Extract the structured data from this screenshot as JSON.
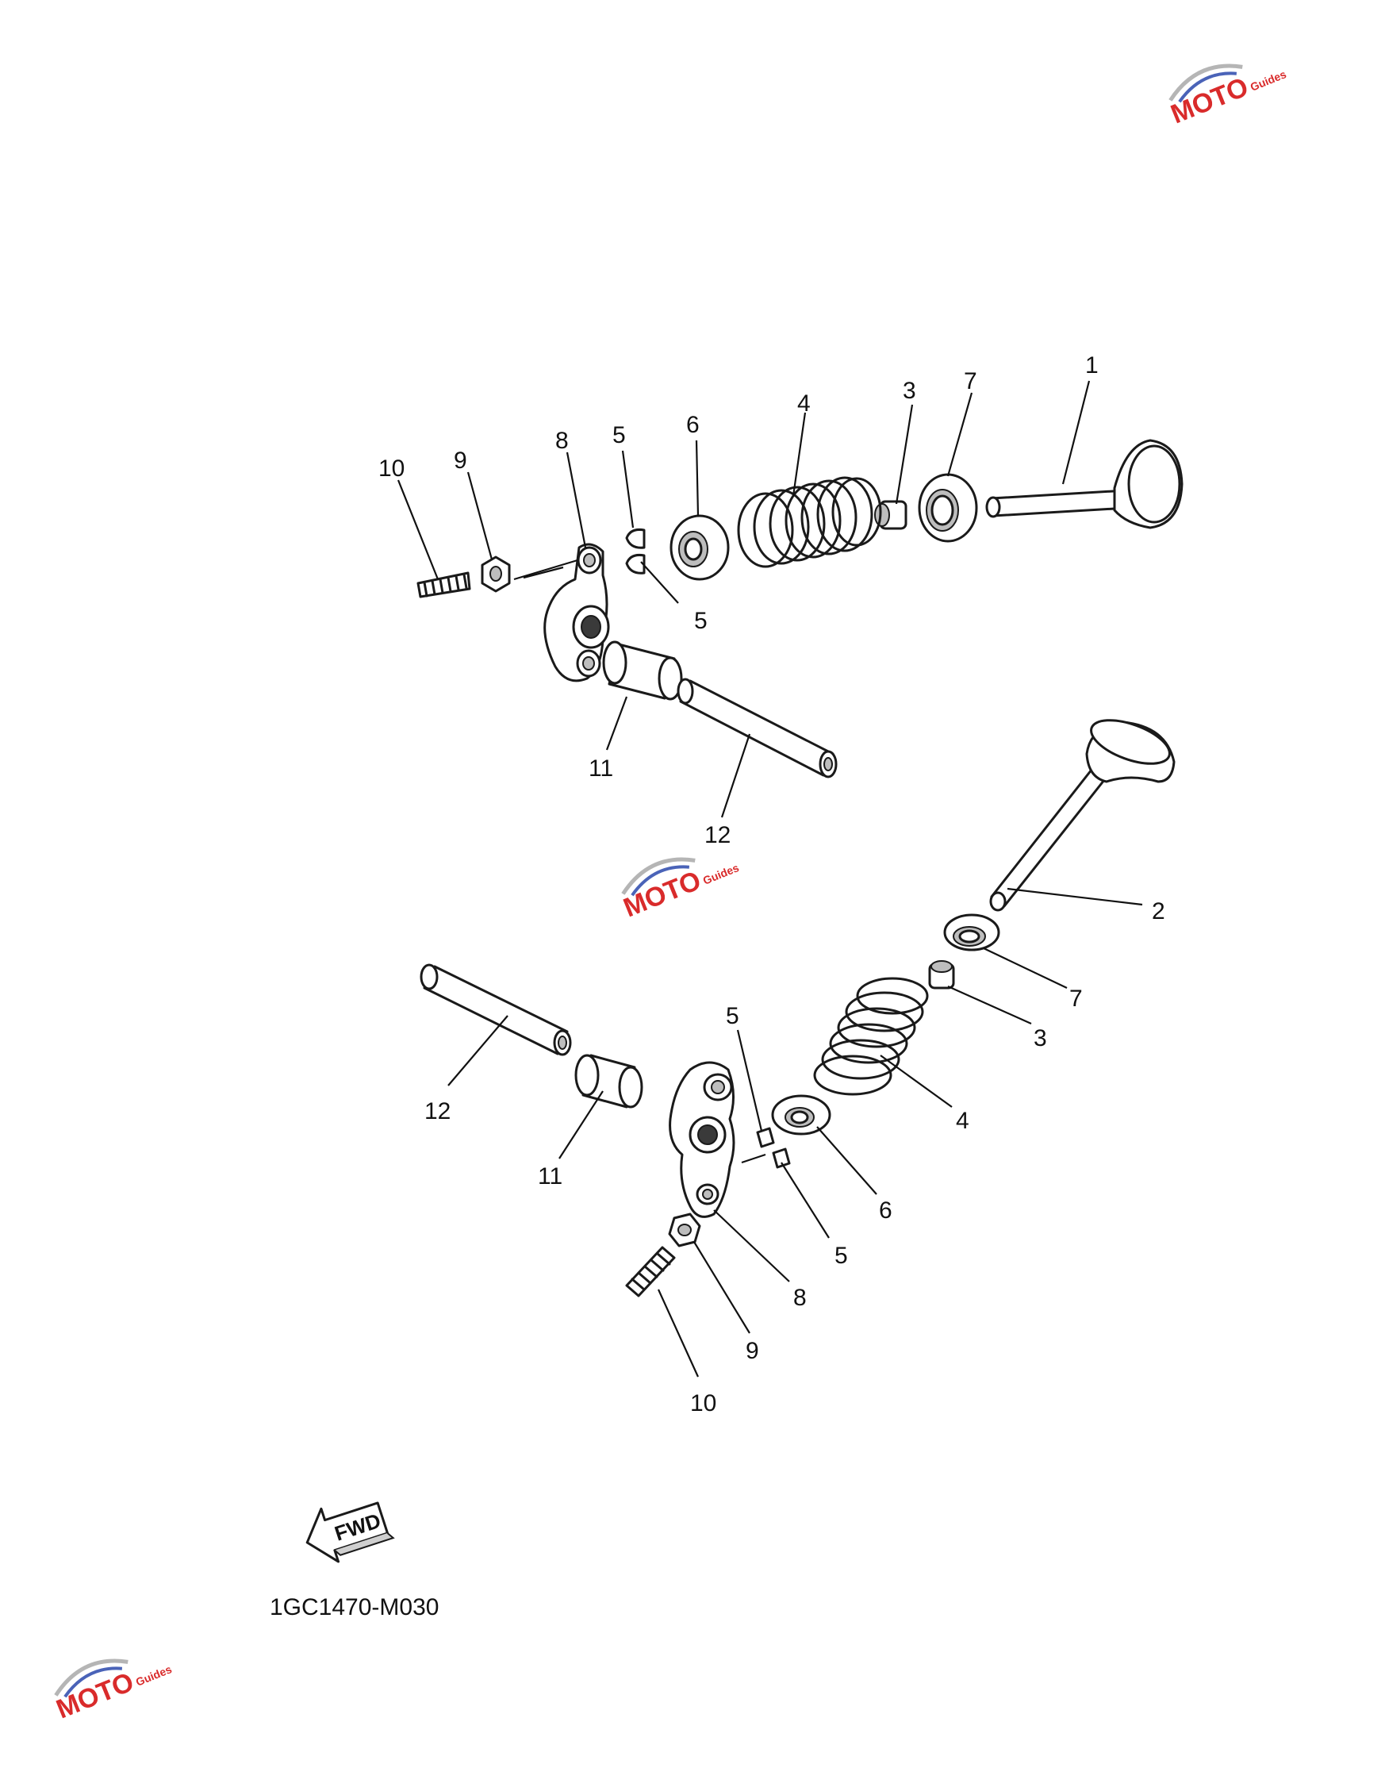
{
  "diagram_code": "1GC1470-M030",
  "fwd_label": "FWD",
  "watermark": {
    "brand": "MOTO",
    "sub": "Guides",
    "colors": {
      "red": "#d92b2b",
      "blue": "#4a63b8",
      "grey": "#b5b5b5"
    }
  },
  "callouts": [
    {
      "id": "c1-top",
      "label": "1"
    },
    {
      "id": "c3-top",
      "label": "3"
    },
    {
      "id": "c7-top",
      "label": "7"
    },
    {
      "id": "c4-top",
      "label": "4"
    },
    {
      "id": "c6-top",
      "label": "6"
    },
    {
      "id": "c5a-top",
      "label": "5"
    },
    {
      "id": "c8-top",
      "label": "8"
    },
    {
      "id": "c9-top",
      "label": "9"
    },
    {
      "id": "c10-top",
      "label": "10"
    },
    {
      "id": "c5b-top",
      "label": "5"
    },
    {
      "id": "c11-top",
      "label": "11"
    },
    {
      "id": "c12-top",
      "label": "12"
    },
    {
      "id": "c2-bot",
      "label": "2"
    },
    {
      "id": "c7-bot",
      "label": "7"
    },
    {
      "id": "c3-bot",
      "label": "3"
    },
    {
      "id": "c5a-bot",
      "label": "5"
    },
    {
      "id": "c4-bot",
      "label": "4"
    },
    {
      "id": "c12-bot",
      "label": "12"
    },
    {
      "id": "c11-bot",
      "label": "11"
    },
    {
      "id": "c6-bot",
      "label": "6"
    },
    {
      "id": "c5b-bot",
      "label": "5"
    },
    {
      "id": "c8-bot",
      "label": "8"
    },
    {
      "id": "c9-bot",
      "label": "9"
    },
    {
      "id": "c10-bot",
      "label": "10"
    }
  ]
}
